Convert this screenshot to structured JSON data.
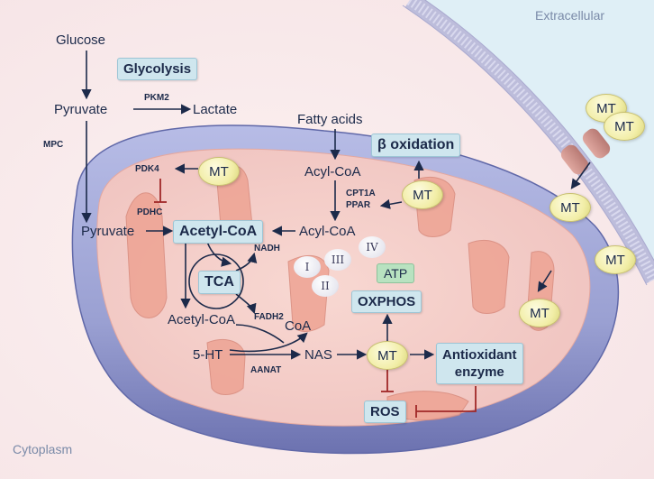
{
  "regions": {
    "extracellular": "Extracellular",
    "cytoplasm": "Cytoplasm"
  },
  "metabolites": {
    "glucose": "Glucose",
    "pyruvate_top": "Pyruvate",
    "lactate": "Lactate",
    "pyruvate_mito": "Pyruvate",
    "fatty_acids": "Fatty acids",
    "acyl_coa_top": "Acyl-CoA",
    "acyl_coa_mito": "Acyl-CoA",
    "acetyl_coa_bottom": "Acetyl-CoA",
    "coa": "CoA",
    "serotonin": "5-HT",
    "nas": "NAS"
  },
  "enzymes": {
    "pkm2": "PKM2",
    "mpc": "MPC",
    "pdk4": "PDK4",
    "pdhc": "PDHC",
    "cpt1a": "CPT1A",
    "ppar": "PPAR",
    "nadh": "NADH",
    "fadh2": "FADH2",
    "aanat": "AANAT"
  },
  "processes": {
    "glycolysis": "Glycolysis",
    "beta_oxidation": "β oxidation",
    "acetyl_coa": "Acetyl-CoA",
    "tca": "TCA",
    "oxphos": "OXPHOS",
    "antioxidant_line1": "Antioxidant",
    "antioxidant_line2": "enzyme",
    "ros": "ROS",
    "atp": "ATP"
  },
  "complexes": [
    "I",
    "II",
    "III",
    "IV"
  ],
  "melatonin_label": "MT",
  "colors": {
    "background": "#fbeeee",
    "extracellular": "#dfeff6",
    "membrane": "#c3c3df",
    "mito_outer": "#8a90c8",
    "mito_inner": "#f0a898",
    "arrow": "#1c2a4a",
    "inhibit": "#a02828",
    "process_box": "#cfe6ee",
    "melatonin": "#f2eea8",
    "atp": "#b8e2c0"
  }
}
